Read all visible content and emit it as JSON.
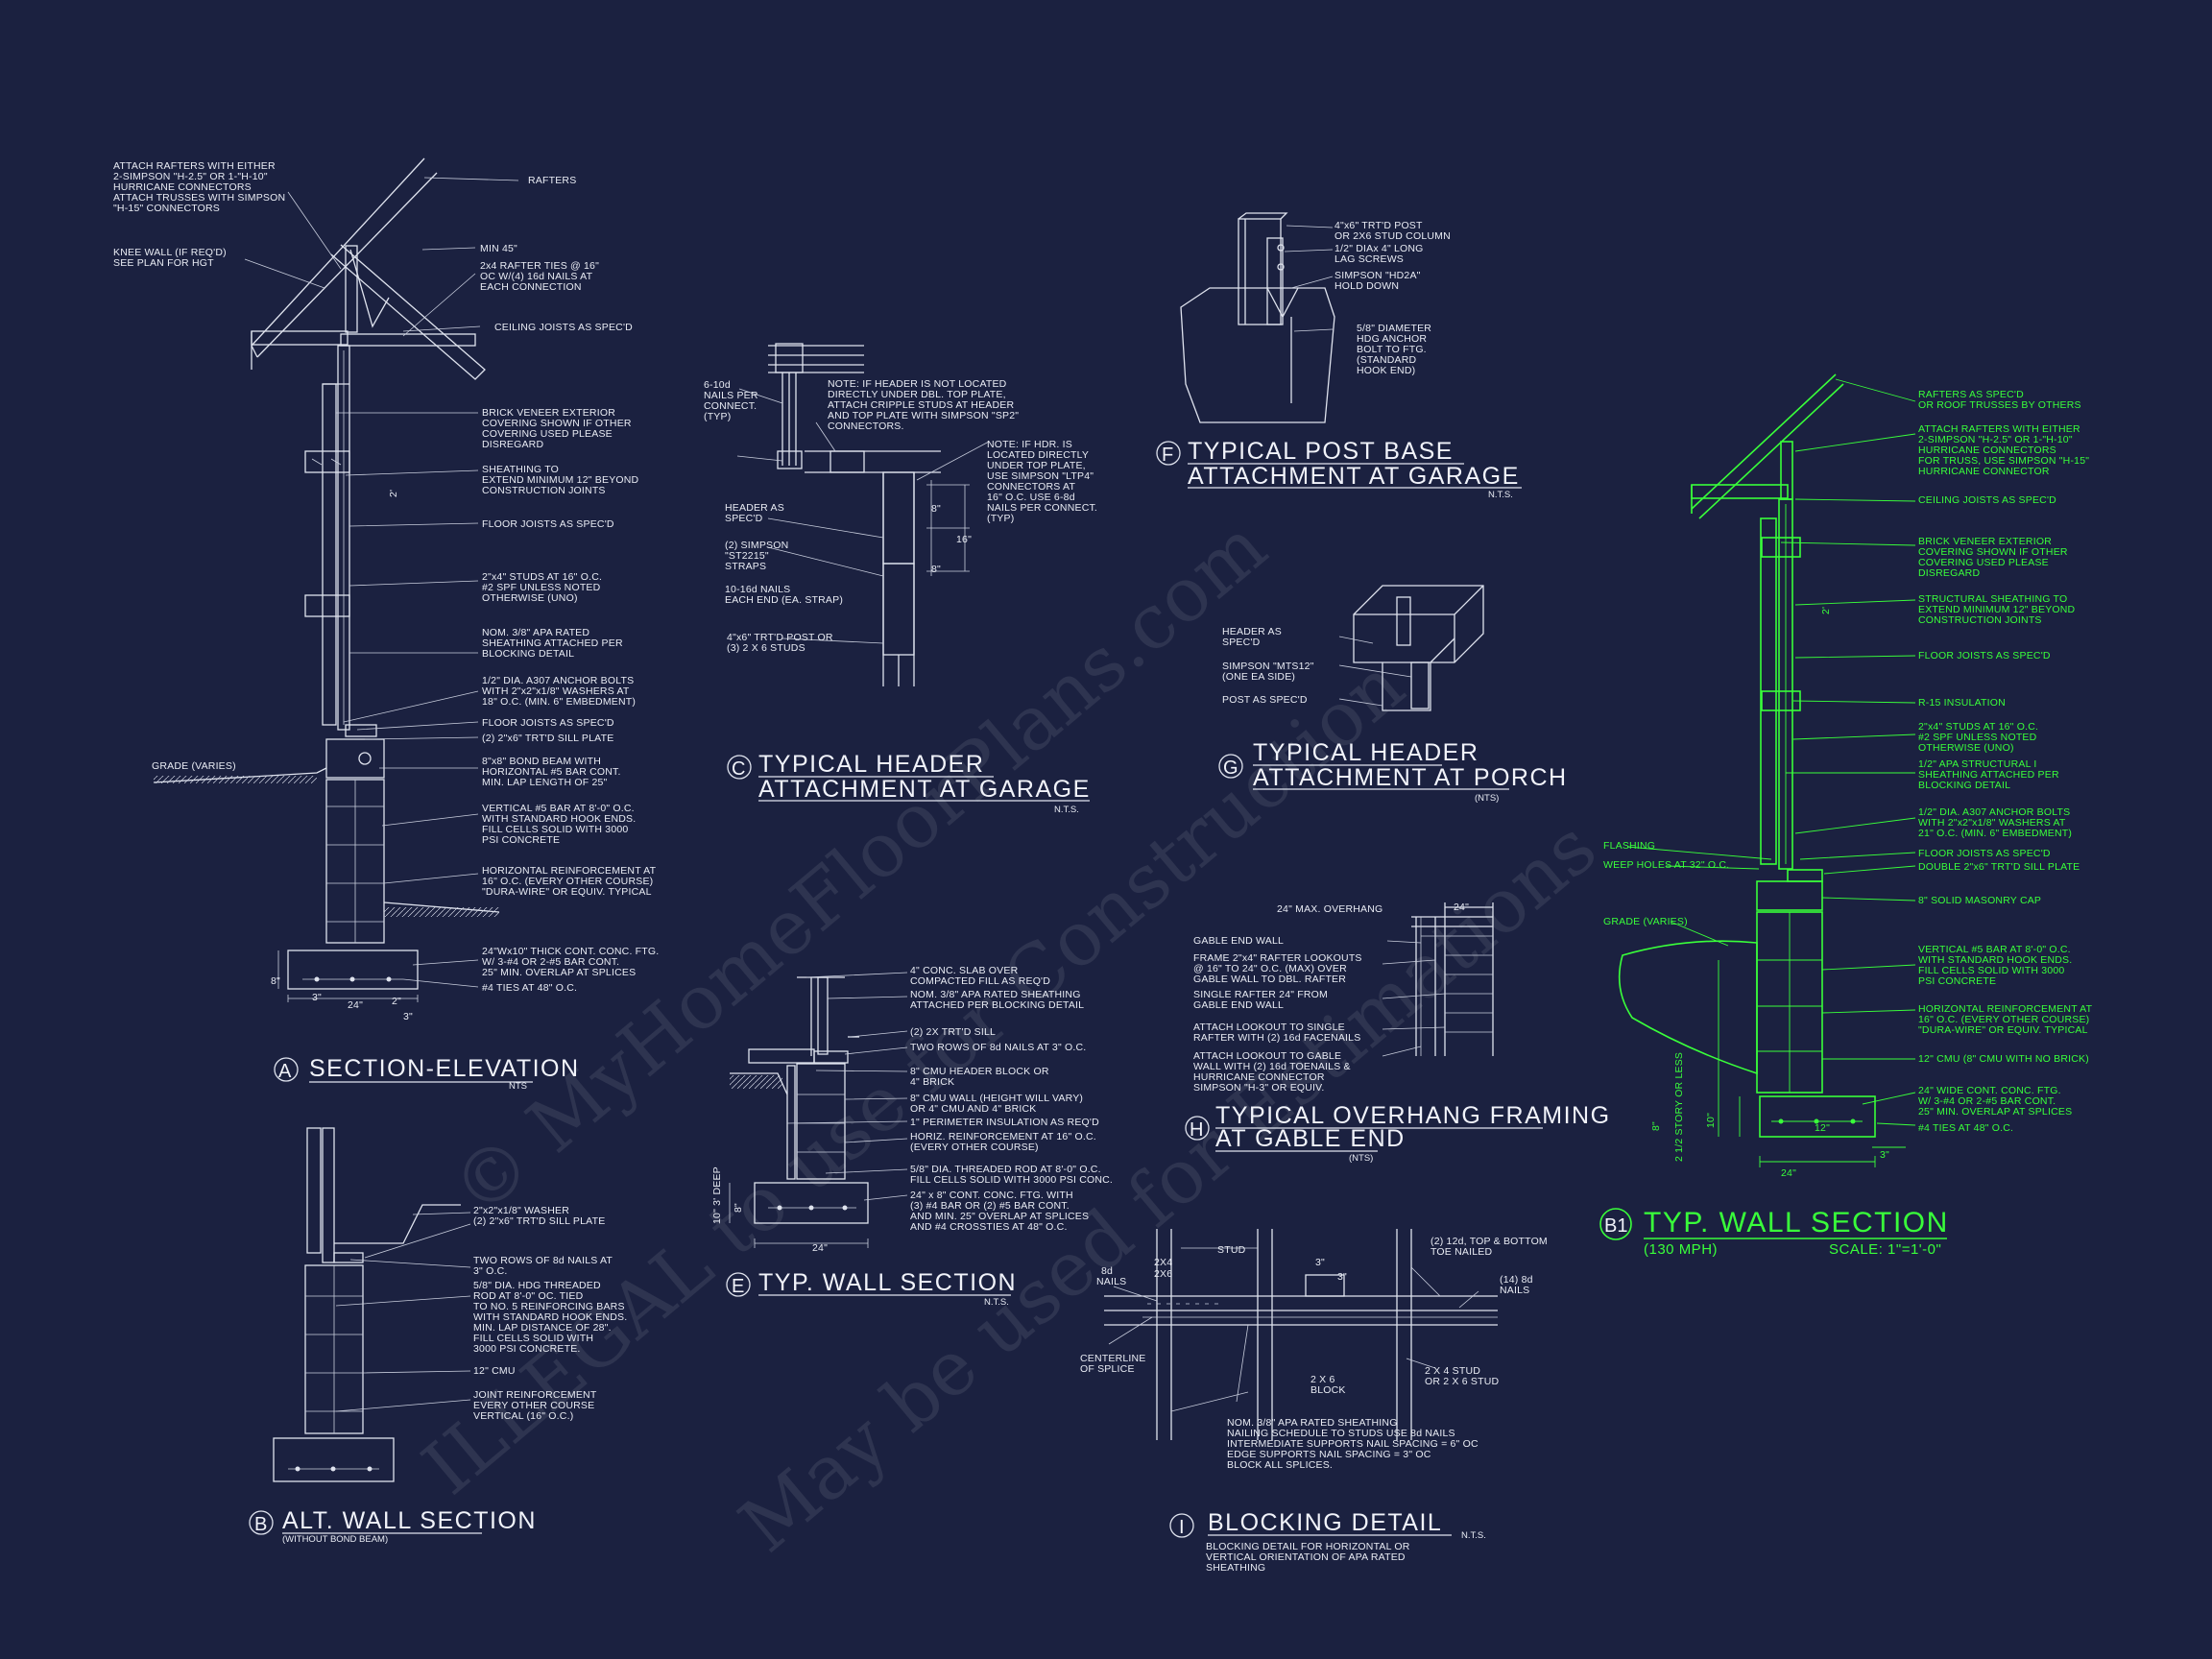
{
  "watermark": {
    "line1": "© MyHomeFloorPlans.com",
    "line2": "ILLEGAL to use for Construction",
    "line3": "May be used for Estimations"
  },
  "detail_a": {
    "notes": [
      "ATTACH RAFTERS WITH EITHER",
      "2-SIMPSON \"H-2.5\" OR 1-\"H-10\"",
      "HURRICANE CONNECTORS",
      "ATTACH TRUSSES WITH SIMPSON",
      "\"H-15\" CONNECTORS",
      "RAFTERS",
      "KNEE WALL (IF REQ'D)",
      "SEE PLAN FOR HGT",
      "MIN 45\"",
      "2x4 RAFTER TIES @ 16\"",
      "OC W/(4) 16d NAILS AT",
      "EACH CONNECTION",
      "CEILING JOISTS AS SPEC'D",
      "BRICK VENEER EXTERIOR",
      "COVERING SHOWN IF OTHER",
      "COVERING USED PLEASE",
      "DISREGARD",
      "SHEATHING TO",
      "EXTEND MINIMUM 12\" BEYOND",
      "CONSTRUCTION JOINTS",
      "FLOOR JOISTS AS SPEC'D",
      "2\"x4\" STUDS AT 16\" O.C.",
      "#2 SPF UNLESS NOTED",
      "OTHERWISE (UNO)",
      "NOM. 3/8\" APA RATED",
      "SHEATHING ATTACHED PER",
      "BLOCKING DETAIL",
      "1/2\" DIA. A307 ANCHOR BOLTS",
      "WITH 2\"x2\"x1/8\" WASHERS AT",
      "18\" O.C. (MIN. 6\" EMBEDMENT)",
      "FLOOR JOISTS AS SPEC'D",
      "(2) 2\"x6\" TRT'D SILL PLATE",
      "GRADE (VARIES)",
      "8\"x8\" BOND BEAM WITH",
      "HORIZONTAL #5 BAR CONT.",
      "MIN. LAP LENGTH OF 25\"",
      "VERTICAL #5 BAR AT 8'-0\" O.C.",
      "WITH STANDARD HOOK ENDS.",
      "FILL CELLS SOLID WITH 3000",
      "PSI CONCRETE",
      "HORIZONTAL REINFORCEMENT AT",
      "16\" O.C. (EVERY OTHER COURSE)",
      "\"DURA-WIRE\" OR EQUIV. TYPICAL",
      "24\"Wx10\" THICK CONT. CONC. FTG.",
      "W/ 3-#4 OR 2-#5 BAR CONT.",
      "25\" MIN. OVERLAP AT SPLICES",
      "#4 TIES AT 48\" O.C."
    ],
    "dims": [
      "2'",
      "24\"",
      "3\"",
      "8\"",
      "2\"",
      "3\""
    ],
    "tag": "A",
    "title": "SECTION-ELEVATION",
    "scale": "NTS"
  },
  "detail_b": {
    "notes": [
      "2\"x2\"x1/8\" WASHER",
      "(2) 2\"x6\" TRT'D SILL PLATE",
      "TWO ROWS OF 8d NAILS AT",
      "3\" O.C.",
      "5/8\" DIA. HDG THREADED",
      "ROD AT 8'-0\" OC. TIED",
      "TO NO. 5 REINFORCING BARS",
      "WITH STANDARD HOOK ENDS.",
      "MIN. LAP DISTANCE OF 28\".",
      "FILL CELLS SOLID WITH",
      "3000 PSI CONCRETE.",
      "12\" CMU",
      "JOINT REINFORCEMENT",
      "EVERY OTHER COURSE",
      "VERTICAL (16\" O.C.)"
    ],
    "tag": "B",
    "title": "ALT. WALL SECTION",
    "scale": "(WITHOUT BOND BEAM)"
  },
  "detail_c": {
    "notes": [
      "6-10d",
      "NAILS PER",
      "CONNECT.",
      "(TYP)",
      "NOTE: IF HEADER IS NOT LOCATED",
      "DIRECTLY UNDER DBL. TOP PLATE,",
      "ATTACH CRIPPLE STUDS AT HEADER",
      "AND TOP PLATE WITH SIMPSON \"SP2\"",
      "CONNECTORS.",
      "NOTE: IF HDR. IS",
      "LOCATED DIRECTLY",
      "UNDER TOP PLATE,",
      "USE SIMPSON \"LTP4\"",
      "CONNECTORS AT",
      "16\" O.C. USE 6-8d",
      "NAILS PER CONNECT.",
      "(TYP)",
      "HEADER AS",
      "SPEC'D",
      "(2) SIMPSON",
      "\"ST2215\"",
      "STRAPS",
      "10-16d NAILS",
      "EACH END (EA. STRAP)",
      "4\"x6\" TRT'D POST OR",
      "(3) 2 X 6 STUDS"
    ],
    "dims": [
      "8\"",
      "16\"",
      "8\""
    ],
    "tag": "C",
    "title_line1": "TYPICAL HEADER",
    "title_line2": "ATTACHMENT AT GARAGE",
    "scale": "N.T.S."
  },
  "detail_d": {
    "notes": [
      "4\" CONC. SLAB OVER",
      "COMPACTED FILL AS REQ'D",
      "NOM. 3/8\" APA RATED SHEATHING",
      "ATTACHED PER BLOCKING DETAIL",
      "(2) 2X TRT'D SILL",
      "TWO ROWS OF 8d NAILS AT 3\" O.C.",
      "8\" CMU HEADER BLOCK OR",
      "4\" BRICK",
      "8\" CMU WALL (HEIGHT WILL VARY)",
      "OR 4\" CMU AND 4\" BRICK",
      "1\" PERIMETER INSULATION AS REQ'D",
      "HORIZ. REINFORCEMENT AT 16\" O.C.",
      "(EVERY OTHER COURSE)",
      "5/8\" DIA. THREADED ROD AT 8'-0\" O.C.",
      "FILL CELLS SOLID WITH 3000 PSI CONC.",
      "24\" x 8\" CONT. CONC. FTG. WITH",
      "(3) #4 BAR OR (2) #5 BAR CONT.",
      "AND MIN. 25\" OVERLAP AT SPLICES",
      "AND #4 CROSSTIES AT 48\" O.C."
    ],
    "dims": [
      "10\" 3' DEEP",
      "8\"",
      "24\""
    ],
    "tag": "E",
    "title": "TYP. WALL SECTION",
    "scale": "N.T.S."
  },
  "detail_f": {
    "notes": [
      "4\"x6\" TRT'D POST",
      "OR 2X6 STUD COLUMN",
      "1/2\" DIAx 4\" LONG",
      "LAG SCREWS",
      "SIMPSON \"HD2A\"",
      "HOLD DOWN",
      "5/8\" DIAMETER",
      "HDG ANCHOR",
      "BOLT TO FTG.",
      "(STANDARD",
      "HOOK END)"
    ],
    "tag": "F",
    "title_line1": "TYPICAL POST BASE",
    "title_line2": "ATTACHMENT AT GARAGE",
    "scale": "N.T.S."
  },
  "detail_g": {
    "notes": [
      "HEADER AS",
      "SPEC'D",
      "SIMPSON \"MTS12\"",
      "(ONE EA SIDE)",
      "POST AS SPEC'D"
    ],
    "tag": "G",
    "title_line1": "TYPICAL HEADER",
    "title_line2": "ATTACHMENT AT PORCH",
    "scale": "(NTS)"
  },
  "detail_h": {
    "notes": [
      "24\" MAX. OVERHANG",
      "GABLE END WALL",
      "FRAME 2\"x4\" RAFTER LOOKOUTS",
      "@ 16\" TO 24\" O.C. (MAX) OVER",
      "GABLE WALL TO DBL. RAFTER",
      "SINGLE RAFTER 24\" FROM",
      "GABLE END WALL",
      "ATTACH LOOKOUT TO SINGLE",
      "RAFTER WITH (2) 16d FACENAILS",
      "ATTACH LOOKOUT TO GABLE",
      "WALL WITH (2) 16d TOENAILS &",
      "HURRICANE CONNECTOR",
      "SIMPSON \"H-3\" OR EQUIV."
    ],
    "dims": [
      "24\""
    ],
    "tag": "H",
    "title_line1": "TYPICAL OVERHANG FRAMING",
    "title_line2": "AT GABLE END",
    "scale": "(NTS)"
  },
  "detail_i": {
    "notes": [
      "8d",
      "NAILS",
      "2X4",
      "2X6",
      "STUD",
      "(2) 12d, TOP & BOTTOM",
      "TOE NAILED",
      "(14) 8d",
      "NAILS",
      "CENTERLINE",
      "OF SPLICE",
      "2 X 6",
      "BLOCK",
      "2 X 4 STUD",
      "OR 2 X 6 STUD",
      "NOM. 3/8\" APA RATED SHEATHING",
      "NAILING SCHEDULE TO STUDS USE 8d NAILS",
      "INTERMEDIATE SUPPORTS NAIL SPACING = 6\" OC",
      "EDGE SUPPORTS NAIL SPACING = 3\" OC",
      "BLOCK ALL SPLICES.",
      "BLOCKING DETAIL FOR HORIZONTAL OR",
      "VERTICAL ORIENTATION OF APA RATED",
      "SHEATHING"
    ],
    "dims": [
      "3\"",
      "3\""
    ],
    "tag": "I",
    "title": "BLOCKING DETAIL",
    "scale": "N.T.S."
  },
  "detail_b1": {
    "notes": [
      "RAFTERS AS SPEC'D",
      "OR ROOF TRUSSES BY OTHERS",
      "ATTACH RAFTERS WITH EITHER",
      "2-SIMPSON \"H-2.5\" OR 1-\"H-10\"",
      "HURRICANE CONNECTORS",
      "FOR TRUSS, USE SIMPSON \"H-15\"",
      "HURRICANE CONNECTOR",
      "CEILING JOISTS AS SPEC'D",
      "BRICK VENEER EXTERIOR",
      "COVERING SHOWN IF OTHER",
      "COVERING USED PLEASE",
      "DISREGARD",
      "STRUCTURAL SHEATHING TO",
      "EXTEND MINIMUM 12\" BEYOND",
      "CONSTRUCTION JOINTS",
      "FLOOR JOISTS AS SPEC'D",
      "R-15 INSULATION",
      "2\"x4\" STUDS AT 16\" O.C.",
      "#2 SPF UNLESS NOTED",
      "OTHERWISE (UNO)",
      "1/2\" APA STRUCTURAL I",
      "SHEATHING ATTACHED PER",
      "BLOCKING DETAIL",
      "1/2\" DIA. A307 ANCHOR BOLTS",
      "WITH 2\"x2\"x1/8\" WASHERS AT",
      "21\" O.C. (MIN. 6\" EMBEDMENT)",
      "FLOOR JOISTS AS SPEC'D",
      "DOUBLE 2\"x6\" TRT'D SILL PLATE",
      "FLASHING",
      "WEEP HOLES AT 32\" O.C.",
      "8\" SOLID MASONRY CAP",
      "GRADE (VARIES)",
      "VERTICAL #5 BAR AT 8'-0\" O.C.",
      "WITH STANDARD HOOK ENDS.",
      "FILL CELLS SOLID WITH 3000",
      "PSI CONCRETE",
      "HORIZONTAL REINFORCEMENT AT",
      "16\" O.C. (EVERY OTHER COURSE)",
      "\"DURA-WIRE\" OR EQUIV. TYPICAL",
      "12\" CMU (8\" CMU WITH NO BRICK)",
      "24\" WIDE CONT. CONC. FTG.",
      "W/ 3-#4 OR 2-#5 BAR CONT.",
      "25\" MIN. OVERLAP AT SPLICES",
      "#4 TIES AT 48\" O.C."
    ],
    "dims": [
      "2'",
      "2 1/2 STORY OR LESS",
      "8\"",
      "10\"",
      "3\"",
      "24\"",
      "12\""
    ],
    "tag": "B1",
    "title": "TYP. WALL SECTION",
    "subtitle": "(130 MPH)",
    "scale": "SCALE: 1\"=1'-0\""
  }
}
